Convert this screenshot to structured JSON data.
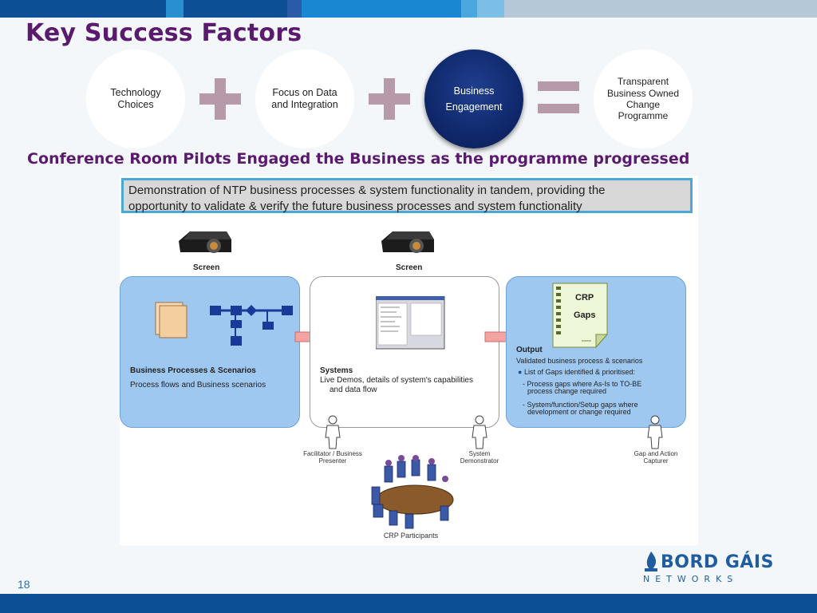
{
  "slide": {
    "title": "Key Success Factors",
    "subtitle": "Conference Room Pilots Engaged the Business as the programme progressed",
    "page_number": "18"
  },
  "equation": {
    "c1": "Technology Choices",
    "c2": "Focus on Data and Integration",
    "c3": "Business Engagement",
    "c4": "Transparent Business Owned Change Programme"
  },
  "diagram": {
    "banner_line1": "Demonstration of NTP business processes & system functionality  in tandem, providing the",
    "banner_line2": "opportunity to validate & verify the future business processes and system functionality",
    "screen_left": "Screen",
    "screen_mid": "Screen",
    "left_box": {
      "title": "Business Processes & Scenarios",
      "text": "Process flows and Business scenarios"
    },
    "mid_box": {
      "title": "Systems",
      "line1": "Live Demos, details of system's capabilities",
      "line2": "and data flow"
    },
    "crp_doc": {
      "line1": "CRP",
      "line2": "Gaps"
    },
    "right_box": {
      "title": "Output",
      "line1": "Validated business process & scenarios",
      "bullet": "List of Gaps identified & prioritised:",
      "dash1_a": "Process gaps where As-Is to TO-BE",
      "dash1_b": "process change required",
      "dash2_a": "System/function/Setup gaps where",
      "dash2_b": "development or change required"
    },
    "person1": "Facilitator / Business Presenter",
    "person2": "System Demonstrator",
    "person3": "Gap and Action Capturer",
    "participants": "CRP Participants"
  },
  "logo": {
    "line1": "BORD GÁIS",
    "line2": "NETWORKS"
  },
  "colors": {
    "title_purple": "#5a1a6e",
    "dark_circle": "#0e2566",
    "plus_color": "#b69aa9",
    "banner_border": "#49a8d6",
    "box_blue": "#9fc8f0",
    "footer_blue": "#0c4f95"
  }
}
